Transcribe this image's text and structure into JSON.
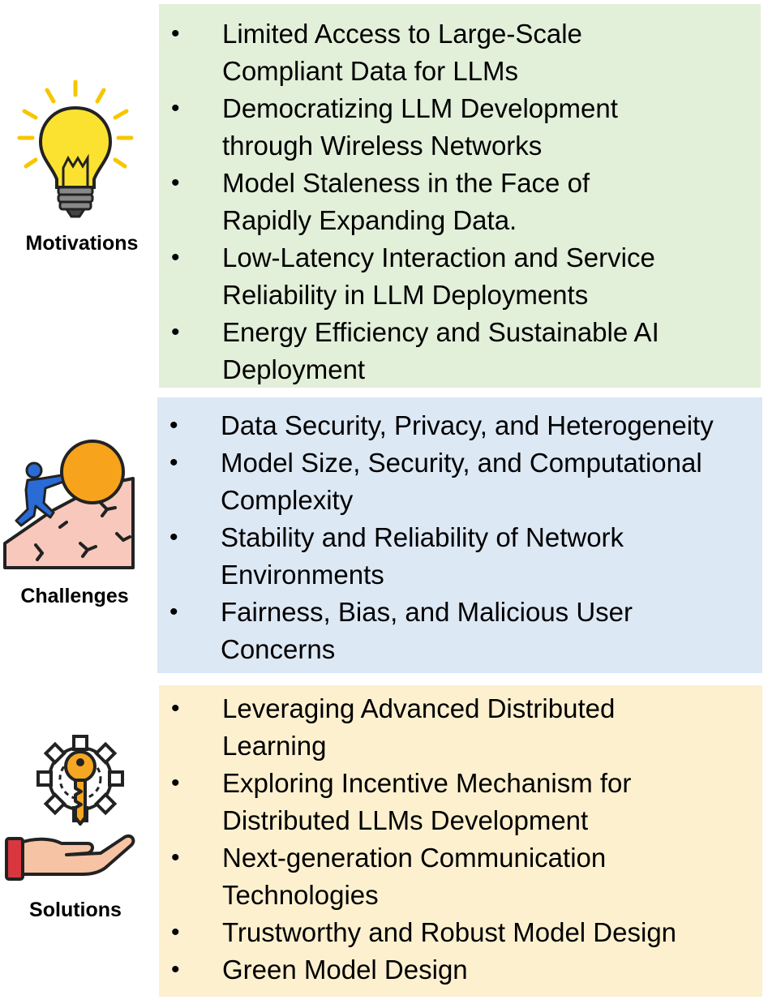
{
  "sections": [
    {
      "label": "Motivations",
      "icon": "lightbulb-icon",
      "color": "#e2efd9",
      "items": [
        "Limited Access to Large-Scale Compliant Data for LLMs",
        "Democratizing LLM Development through Wireless Networks",
        "Model Staleness in the Face of Rapidly Expanding Data.",
        "Low-Latency Interaction and Service Reliability in LLM Deployments",
        "Energy Efficiency and Sustainable AI Deployment"
      ]
    },
    {
      "label": "Challenges",
      "icon": "climber-pushing-boulder-icon",
      "color": "#dde8f5",
      "items": [
        "Data Security, Privacy, and Heterogeneity",
        "Model Size, Security, and Computational Complexity",
        "Stability and Reliability of Network Environments",
        "Fairness, Bias, and Malicious User Concerns"
      ]
    },
    {
      "label": "Solutions",
      "icon": "hand-key-gear-icon",
      "color": "#fdf0cf",
      "items": [
        "Leveraging Advanced Distributed Learning",
        "Exploring Incentive Mechanism for Distributed LLMs Development",
        "Next-generation Communication Technologies",
        "Trustworthy and Robust Model Design",
        "Green Model Design"
      ]
    }
  ]
}
